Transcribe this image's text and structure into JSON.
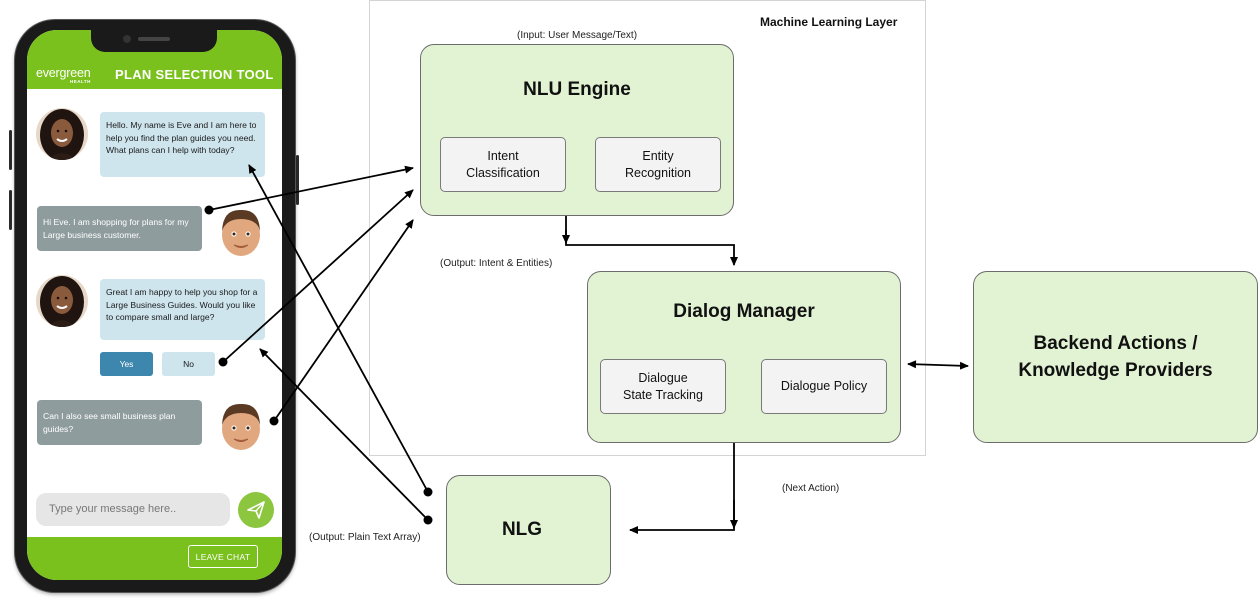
{
  "phone": {
    "logo": {
      "main": "evergreen",
      "sub": "HEALTH"
    },
    "app_title": "PLAN SELECTION TOOL",
    "messages": [
      {
        "from": "bot",
        "text": "Hello. My name is Eve and I am here to help you find the plan guides you need. What plans can I help with today?"
      },
      {
        "from": "user",
        "text": "Hi Eve. I am shopping for plans for my Large business customer."
      },
      {
        "from": "bot",
        "text": "Great I am happy to help you shop for a Large Business Guides. Would you like to compare small and large?"
      },
      {
        "from": "user",
        "text": "Can I also see small business plan guides?"
      }
    ],
    "quick_replies": {
      "yes": "Yes",
      "no": "No"
    },
    "input_placeholder": "Type your message here..",
    "leave_chat": "LEAVE CHAT"
  },
  "diagram": {
    "ml_layer_title": "Machine Learning Layer",
    "input_note": "(Input: User Message/Text)",
    "nlu": {
      "title": "NLU Engine",
      "intent": "Intent\nClassification",
      "entity": "Entity\nRecognition"
    },
    "output_intent_note": "(Output: Intent & Entities)",
    "dialog": {
      "title": "Dialog Manager",
      "tracking": "Dialogue\nState Tracking",
      "policy": "Dialogue Policy"
    },
    "backend": "Backend Actions /\nKnowledge Providers",
    "next_action_note": "(Next Action)",
    "nlg": {
      "title": "NLG"
    },
    "output_text_note": "(Output: Plain Text Array)"
  },
  "colors": {
    "brand_green": "#7ac11d",
    "box_fill": "#e2f3d4",
    "bot_bubble": "#cfe5ee",
    "user_bubble": "#8f9c9e",
    "yes_button": "#3d86ad"
  }
}
